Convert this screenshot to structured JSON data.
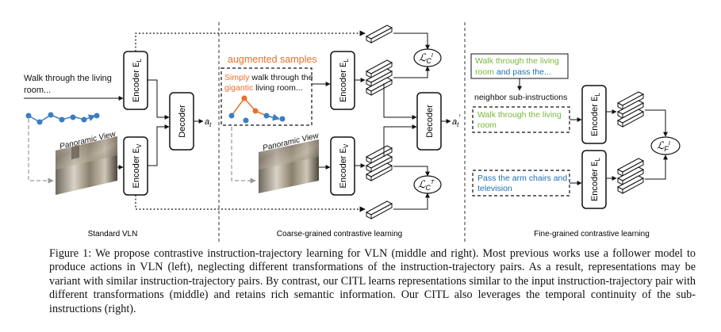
{
  "standard_vln": {
    "instruction": [
      "Walk through the living",
      "room..."
    ],
    "encoder_l": "Encoder",
    "encoder_l_sub": "E",
    "encoder_l_sub2": "L",
    "encoder_v": "Encoder",
    "encoder_v_sub": "E",
    "encoder_v_sub2": "V",
    "decoder": "Decoder",
    "action": "a",
    "action_sub": "t",
    "panoramic_label": "Panoramic View",
    "section_label": "Standard VLN"
  },
  "coarse": {
    "augmented_title": "augmented samples",
    "aug_line1_highlight": "Simply",
    "aug_line1_rest": " walk through the",
    "aug_line2_highlight": "gigantic",
    "aug_line2_rest": " living room...",
    "encoder_l": "Encoder",
    "encoder_v": "Encoder",
    "decoder": "Decoder",
    "action": "a",
    "action_sub": "t",
    "action_prime": "′",
    "loss_ci": "ℒ",
    "loss_ci_sub": "C",
    "loss_ci_sup": "I",
    "loss_ct": "ℒ",
    "loss_ct_sub": "C",
    "loss_ct_sup": "T",
    "panoramic_label": "Panoramic View",
    "section_label": "Coarse-grained contrastive learning"
  },
  "fine": {
    "instr_full": [
      "Walk through the living",
      "room and pass the..."
    ],
    "instr_full_highlight": "Walk through the living",
    "neighbor_label": "neighbor sub-instructions",
    "sub1": [
      "Walk through the living",
      "room"
    ],
    "sub2": [
      "Pass the arm chairs and",
      "television"
    ],
    "encoder": "Encoder",
    "loss": "ℒ",
    "loss_sub": "F",
    "loss_sup": "I",
    "section_label": "Fine-grained contrastive learning"
  },
  "colors": {
    "green": "#78b83a",
    "blue": "#1f6fb2",
    "orange": "#e8702a",
    "traj_blue": "#3a7dc2"
  },
  "caption": "Figure 1: We propose contrastive instruction-trajectory learning for VLN (middle and right). Most previous works use a follower model to produce actions in VLN (left), neglecting different transformations of the instruction-trajectory pairs. As a result, representations may be variant with similar instruction-trajectory pairs. By contrast, our CITL learns representations similar to the input instruction-trajectory pair with different transformations (middle) and retains rich semantic information. Our CITL also leverages the temporal continuity of the sub-instructions (right)."
}
